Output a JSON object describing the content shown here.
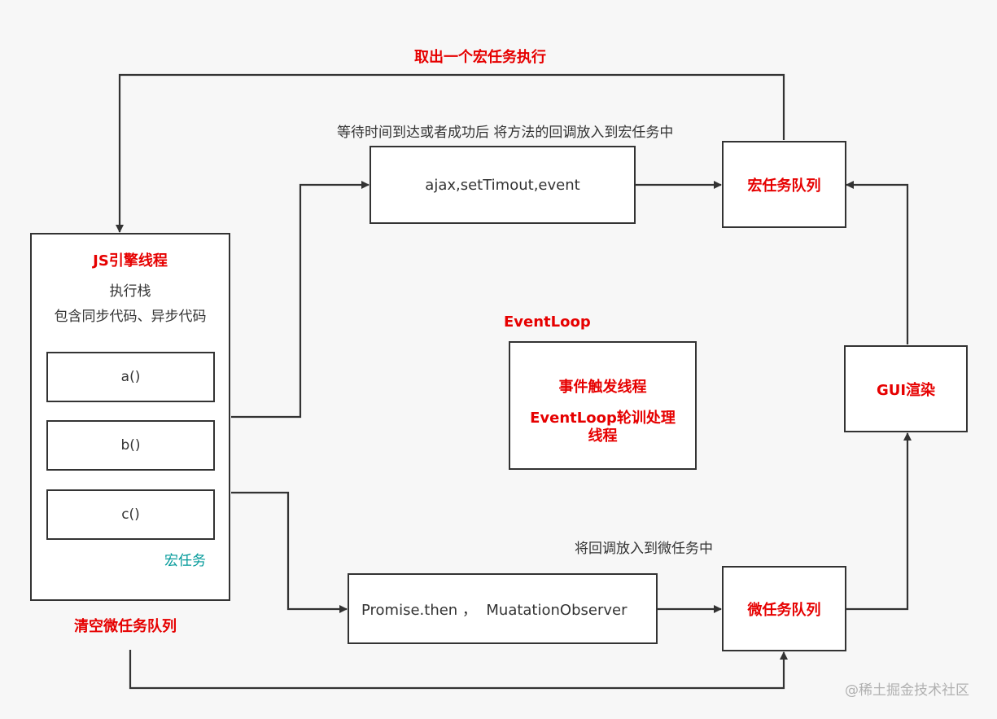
{
  "labels": {
    "top_loop": "取出一个宏任务执行",
    "wait_note": "等待时间到达或者成功后 将方法的回调放入到宏任务中",
    "micro_note": "将回调放入到微任务中",
    "event_loop_title": "EventLoop",
    "clear_micro": "清空微任务队列",
    "macro_task_tag": "宏任务"
  },
  "nodes": {
    "async_apis": "ajax,setTimout,event",
    "macro_queue": "宏任务队列",
    "js_engine": {
      "title": "JS引擎线程",
      "subtitle": "执行栈",
      "description": "包含同步代码、异步代码",
      "stack_items": [
        "a()",
        "b()",
        "c()"
      ]
    },
    "event_thread": {
      "line1": "事件触发线程",
      "line2": "EventLoop轮训处理",
      "line3": "线程"
    },
    "gui_render": "GUI渲染",
    "micro_apis": "Promise.then ，  MuatationObserver",
    "micro_queue": "微任务队列"
  },
  "watermark": "@稀土掘金技术社区",
  "colors": {
    "accent_red": "#e60000",
    "teal": "#009999",
    "line": "#333333",
    "background": "#f7f7f7",
    "watermark": "#b0b0b0"
  }
}
